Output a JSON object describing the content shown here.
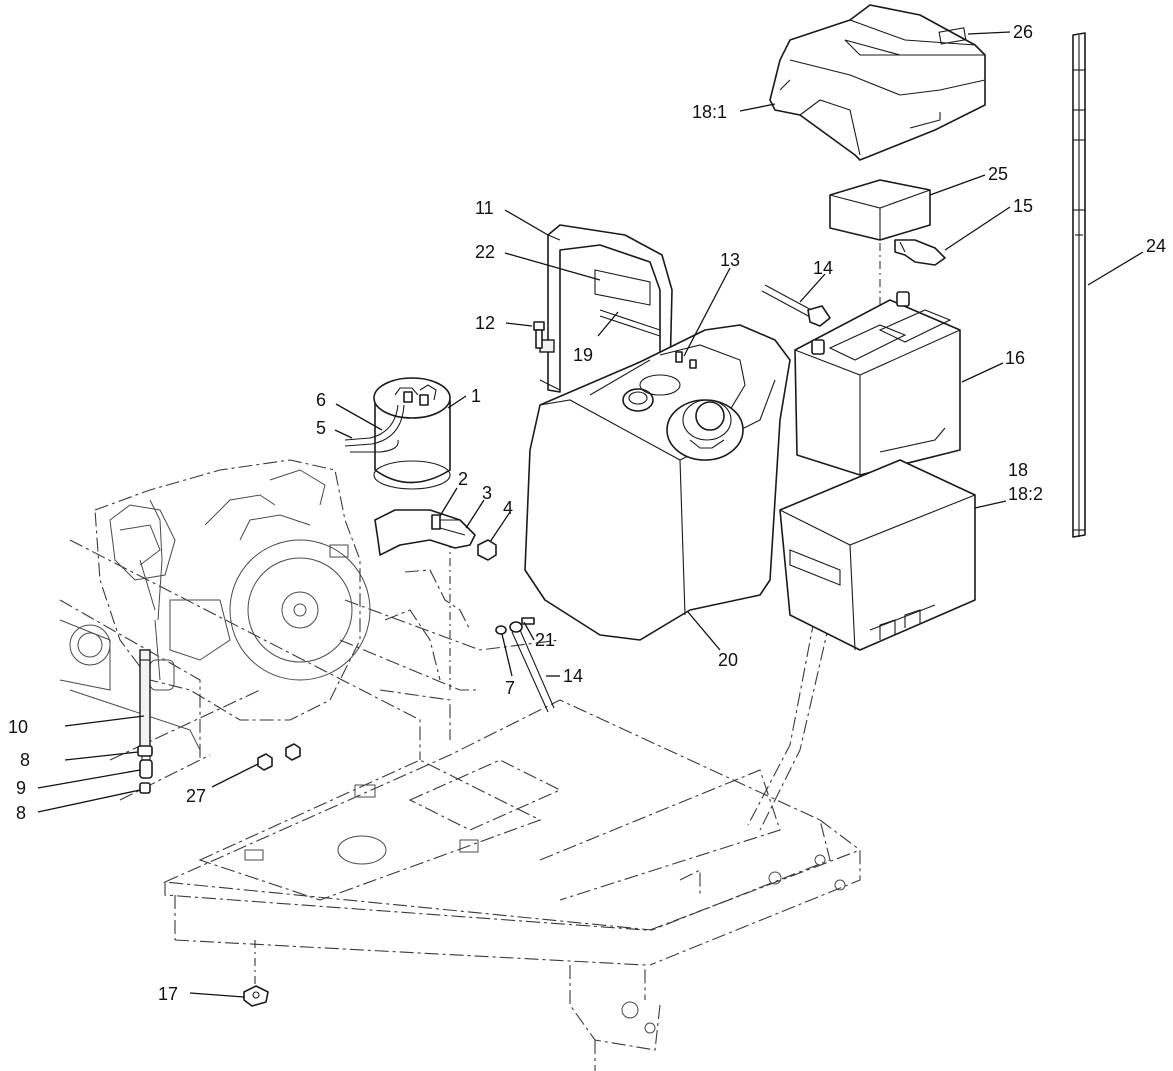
{
  "callouts": [
    {
      "id": "c26",
      "label": "26"
    },
    {
      "id": "c18_1",
      "label": "18:1"
    },
    {
      "id": "c25",
      "label": "25"
    },
    {
      "id": "c15",
      "label": "15"
    },
    {
      "id": "c24",
      "label": "24"
    },
    {
      "id": "c11",
      "label": "11"
    },
    {
      "id": "c22",
      "label": "22"
    },
    {
      "id": "c13",
      "label": "13"
    },
    {
      "id": "c14a",
      "label": "14"
    },
    {
      "id": "c12",
      "label": "12"
    },
    {
      "id": "c19",
      "label": "19"
    },
    {
      "id": "c16",
      "label": "16"
    },
    {
      "id": "c6",
      "label": "6"
    },
    {
      "id": "c1",
      "label": "1"
    },
    {
      "id": "c5",
      "label": "5"
    },
    {
      "id": "c18",
      "label": "18"
    },
    {
      "id": "c18_2",
      "label": "18:2"
    },
    {
      "id": "c2",
      "label": "2"
    },
    {
      "id": "c3",
      "label": "3"
    },
    {
      "id": "c4",
      "label": "4"
    },
    {
      "id": "c21",
      "label": "21"
    },
    {
      "id": "c20",
      "label": "20"
    },
    {
      "id": "c7",
      "label": "7"
    },
    {
      "id": "c14b",
      "label": "14"
    },
    {
      "id": "c10",
      "label": "10"
    },
    {
      "id": "c8a",
      "label": "8"
    },
    {
      "id": "c9",
      "label": "9"
    },
    {
      "id": "c8b",
      "label": "8"
    },
    {
      "id": "c27",
      "label": "27"
    },
    {
      "id": "c17",
      "label": "17"
    }
  ]
}
